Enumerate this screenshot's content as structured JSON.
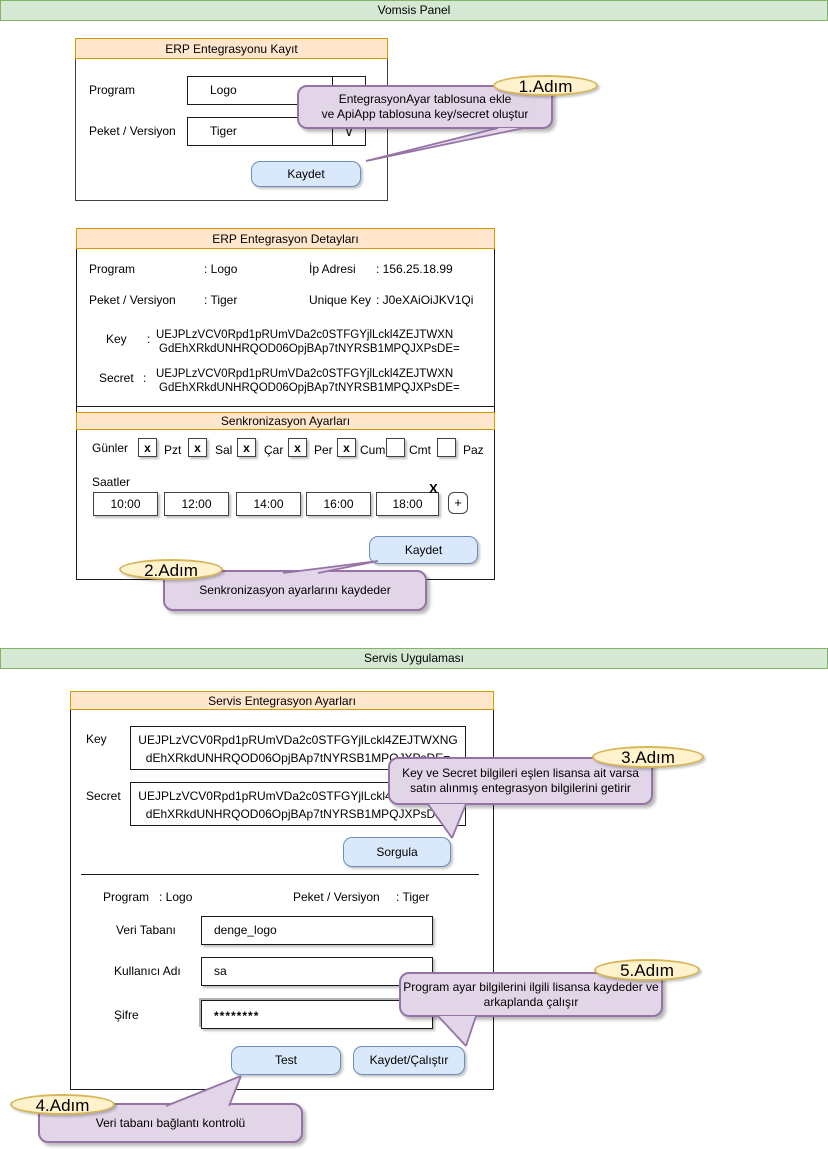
{
  "panel_vomsis": {
    "title": "Vomsis Panel"
  },
  "erp_kayit": {
    "title": "ERP Entegrasyonu Kayıt",
    "program_label": "Program",
    "program_value": "Logo",
    "paket_label": "Peket / Versiyon",
    "paket_value": "Tiger",
    "kaydet_label": "Kaydet"
  },
  "icons": {
    "dropdown_triangle": "▽",
    "dropdown_chevron": "∨"
  },
  "erp_detay": {
    "title": "ERP Entegrasyon Detayları",
    "program_label": "Program",
    "program_value": ": Logo",
    "ip_label": "İp Adresi",
    "ip_value": ": 156.25.18.99",
    "paket_label": "Peket / Versiyon",
    "paket_value": ": Tiger",
    "unique_label": "Unique Key",
    "unique_value": ": J0eXAiOiJKV1Qi",
    "key_label": "Key",
    "colon": ":",
    "key_line1": "UEJPLzVCV0Rpd1pRUmVDa2c0STFGYjlLckl4ZEJTWXN",
    "key_line2": "GdEhXRkdUNHRQOD06OpjBAp7tNYRSB1MPQJXPsDE=",
    "secret_label": "Secret",
    "secret_line1": "UEJPLzVCV0Rpd1pRUmVDa2c0STFGYjlLckl4ZEJTWXN",
    "secret_line2": "GdEhXRkdUNHRQOD06OpjBAp7tNYRSB1MPQJXPsDE="
  },
  "sync": {
    "title": "Senkronizasyon Ayarları",
    "gunler_label": "Günler",
    "days": [
      {
        "label": "Pzt",
        "mark": "x"
      },
      {
        "label": "Sal",
        "mark": "x"
      },
      {
        "label": "Çar",
        "mark": "x"
      },
      {
        "label": "Per",
        "mark": "x"
      },
      {
        "label": "Cum",
        "mark": "x"
      },
      {
        "label": "Cmt",
        "mark": ""
      },
      {
        "label": "Paz",
        "mark": ""
      }
    ],
    "saatler_label": "Saatler",
    "hours": [
      "10:00",
      "12:00",
      "14:00",
      "16:00",
      "18:00"
    ],
    "delete_mark": "X",
    "add_label": "+",
    "kaydet_label": "Kaydet"
  },
  "panel_servis": {
    "title": "Servis Uygulaması"
  },
  "servis": {
    "title": "Servis Entegrasyon Ayarları",
    "key_label": "Key",
    "key_line1": "UEJPLzVCV0Rpd1pRUmVDa2c0STFGYjlLckl4ZEJTWXNG",
    "key_line2": "dEhXRkdUNHRQOD06OpjBAp7tNYRSB1MPQJXPsDE=",
    "secret_label": "Secret",
    "secret_line1": "UEJPLzVCV0Rpd1pRUmVDa2c0STFGYjlLckl4ZEJTWXNG",
    "secret_line2": "dEhXRkdUNHRQOD06OpjBAp7tNYRSB1MPQJXPsDE=",
    "sorgula_label": "Sorgula",
    "program_label": "Program",
    "program_value": ": Logo",
    "paket_label": "Peket / Versiyon",
    "paket_value": ": Tiger",
    "db_label": "Veri Tabanı",
    "db_value": "denge_logo",
    "user_label": "Kullanıcı Adı",
    "user_value": "sa",
    "pass_label": "Şifre",
    "pass_value": "********",
    "test_label": "Test",
    "run_label": "Kaydet/Çalıştır"
  },
  "callouts": {
    "step1": {
      "badge": "1.Adım",
      "line1": "EntegrasyonAyar tablosuna ekle",
      "line2": "ve ApiApp tablosuna key/secret oluştur"
    },
    "step2": {
      "badge": "2.Adım",
      "line1": "Senkronizasyon ayarlarını kaydeder"
    },
    "step3": {
      "badge": "3.Adım",
      "line1": "Key ve Secret bilgileri eşlen lisansa ait varsa",
      "line2": "satın alınmış entegrasyon bilgilerini getirir"
    },
    "step4": {
      "badge": "4.Adım",
      "line1": "Veri tabanı bağlantı kontrolü"
    },
    "step5": {
      "badge": "5.Adım",
      "line1": "Program ayar bilgilerini ilgili lisansa kaydeder ve",
      "line2": "arkaplanda çalışır"
    }
  },
  "colors": {
    "panel_green": "#D5E8D4",
    "panel_green_border": "#82B366",
    "header_orange": "#FFE6CC",
    "header_orange_border": "#D79B00",
    "button_blue": "#DAE8FC",
    "button_blue_border": "#6C8EBF",
    "callout_purple": "#E1D5E7",
    "callout_purple_border": "#9673A6",
    "badge_yellow": "#FFF2CC",
    "badge_yellow_border": "#D6B656"
  }
}
